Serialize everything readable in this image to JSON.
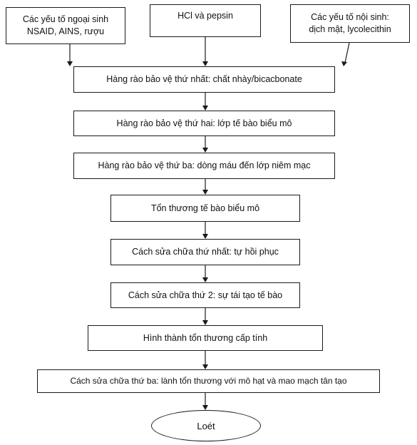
{
  "sources": {
    "exogenous": {
      "line1": "Các yếu tố ngoại sinh",
      "line2": "NSAID, AINS, rượu"
    },
    "acid": {
      "label": "HCl và pepsin"
    },
    "endogenous": {
      "line1": "Các yếu tố nội sinh:",
      "line2": "dịch mật, lycolecithin"
    }
  },
  "steps": [
    "Hàng rào bảo vệ thứ nhất: chất nhày/bicacbonate",
    "Hàng rào bảo vệ thứ hai: lớp tế bào biểu mô",
    "Hàng rào bảo vệ thứ ba: dòng máu đến lớp niêm mạc",
    "Tổn thương tế bào biểu mô",
    "Cách sửa chữa thứ nhất: tự hồi phục",
    "Cách sửa chữa thứ 2: sự tái tạo tế bào",
    "Hình thành tổn thương cấp tính",
    "Cách sửa chữa thứ ba: lành tổn thương với mô hạt và mao mạch tân tạo"
  ],
  "outcome": {
    "label": "Loét"
  }
}
